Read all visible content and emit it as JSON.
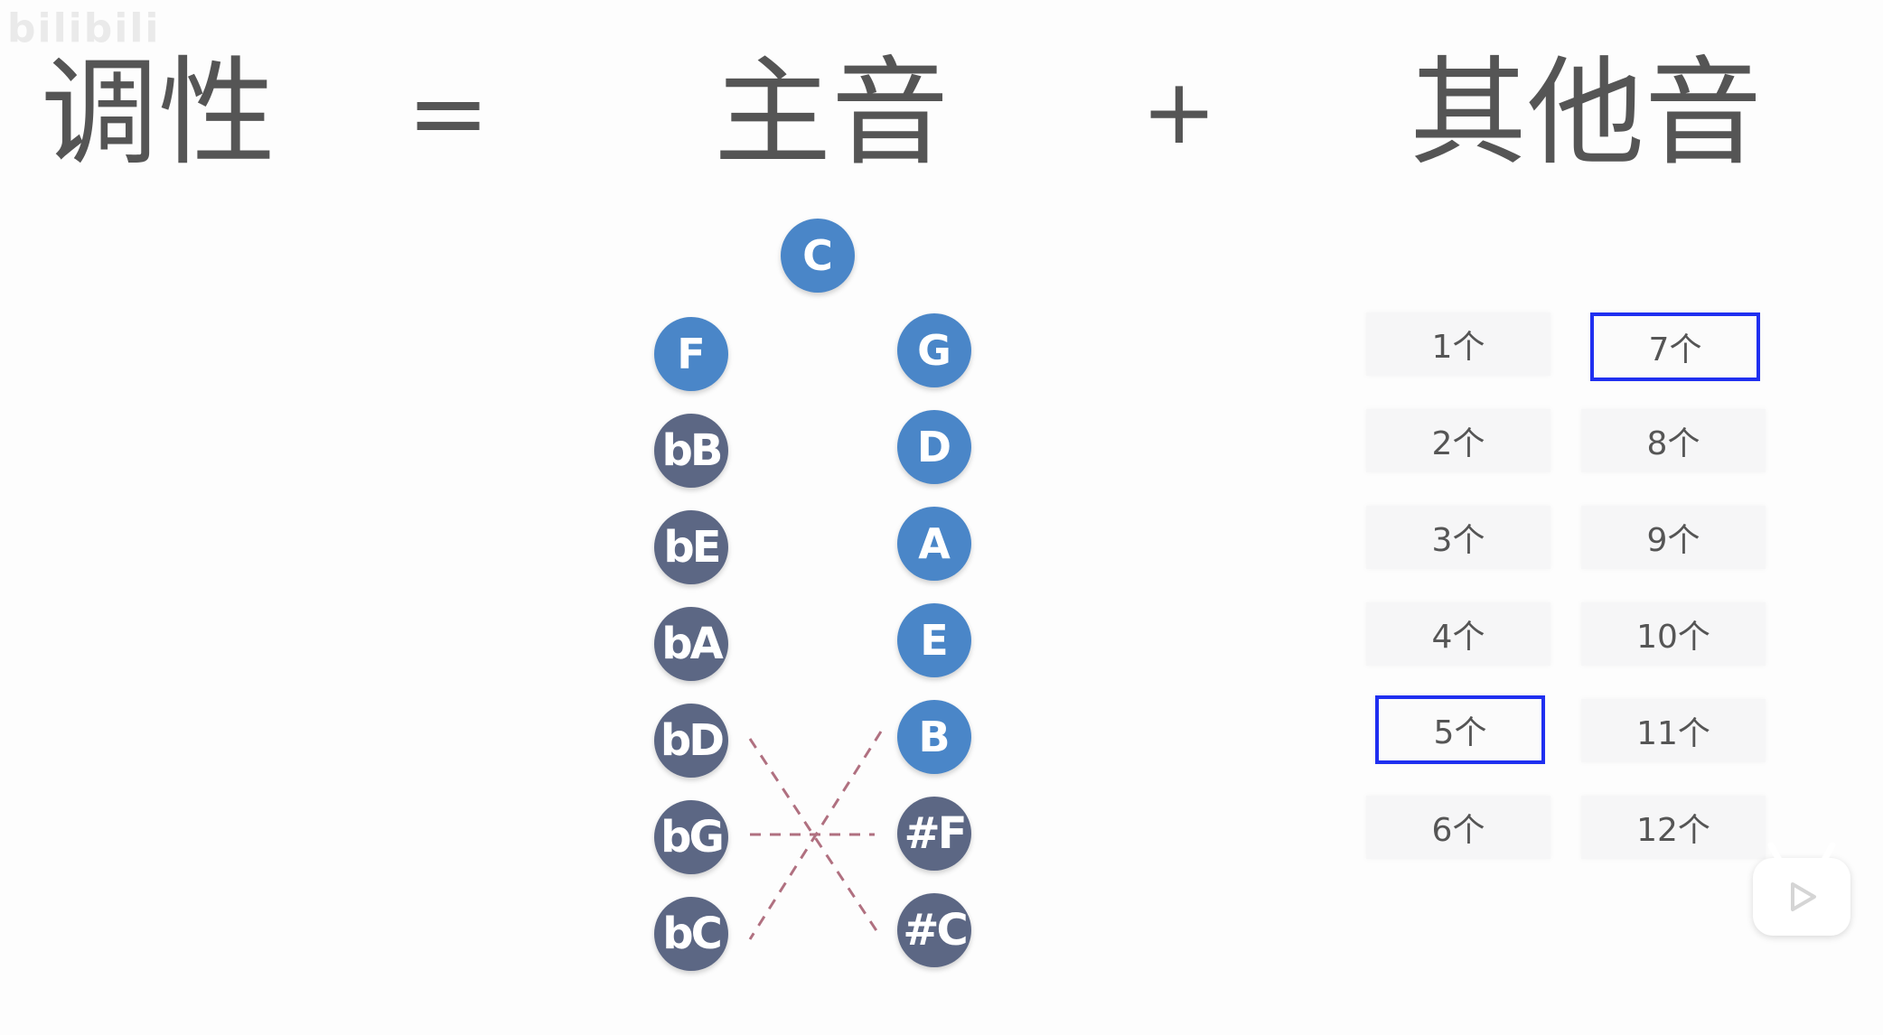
{
  "watermark": "bilibili",
  "equation": {
    "left": "调性",
    "equals": "=",
    "tonic": "主音",
    "plus": "+",
    "others": "其他音"
  },
  "notes": {
    "top": "C",
    "left_column": [
      "F",
      "bB",
      "bE",
      "bA",
      "bD",
      "bG",
      "bC"
    ],
    "right_column": [
      "G",
      "D",
      "A",
      "E",
      "B",
      "#F",
      "#C"
    ]
  },
  "counts": {
    "left_column": [
      "1个",
      "2个",
      "3个",
      "4个",
      "5个",
      "6个"
    ],
    "right_column": [
      "7个",
      "8个",
      "9个",
      "10个",
      "11个",
      "12个"
    ],
    "selected": [
      "5个",
      "7个"
    ]
  },
  "colors": {
    "natural_note": "#4a86c8",
    "accidental_note": "#5c6784",
    "selection_border": "#1f2ff0",
    "dashed_lines": "#b07080"
  },
  "icons": {
    "play_button": "bilibili-play-icon"
  }
}
